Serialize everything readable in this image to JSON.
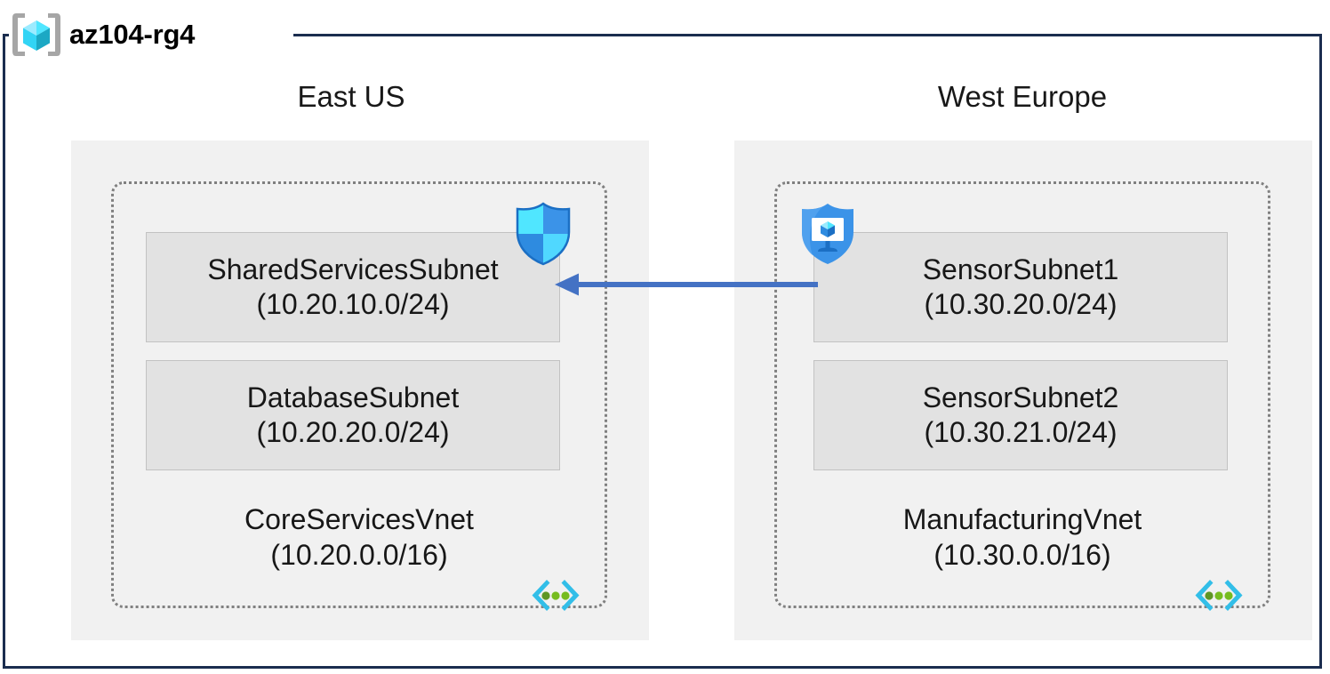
{
  "resource_group": {
    "name": "az104-rg4",
    "icon": "resource-group-cube-icon",
    "frame_color": "#1B2D4F"
  },
  "regions": [
    {
      "label": "East US",
      "background": "#F1F1F1"
    },
    {
      "label": "West Europe",
      "background": "#F1F1F1"
    }
  ],
  "vnets": [
    {
      "name": "CoreServicesVnet",
      "cidr": "(10.20.0.0/16)",
      "icon": "virtual-network-icon",
      "region": "East US",
      "subnets": [
        {
          "name": "SharedServicesSubnet",
          "cidr": "(10.20.10.0/24)",
          "icon": "network-security-group-shield-icon"
        },
        {
          "name": "DatabaseSubnet",
          "cidr": "(10.20.20.0/24)",
          "icon": null
        }
      ]
    },
    {
      "name": "ManufacturingVnet",
      "cidr": "(10.30.0.0/16)",
      "icon": "virtual-network-icon",
      "region": "West Europe",
      "subnets": [
        {
          "name": "SensorSubnet1",
          "cidr": "(10.30.20.0/24)",
          "icon": "application-security-group-shield-icon"
        },
        {
          "name": "SensorSubnet2",
          "cidr": "(10.30.21.0/24)",
          "icon": null
        }
      ]
    }
  ],
  "connection": {
    "name": "vnet-peering-arrow",
    "direction": "right-to-left",
    "from": "ManufacturingVnet",
    "to": "CoreServicesVnet",
    "color": "#4472C4",
    "label": ""
  },
  "palette": {
    "subnet_fill": "#E2E2E2",
    "subnet_border": "#C2C2C2",
    "region_fill": "#F1F1F1",
    "vnet_border": "#808080",
    "azure_blue": "#0078D4",
    "azure_cyan": "#50E6FF",
    "vnet_glyph_green": "#5E9624"
  }
}
